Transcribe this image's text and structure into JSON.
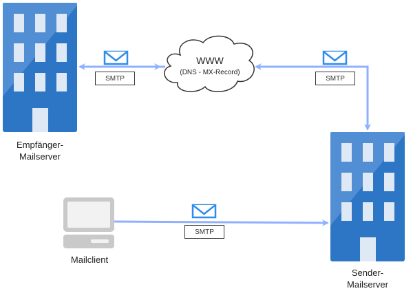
{
  "nodes": {
    "recipient_server": {
      "label_line1": "Empfänger-",
      "label_line2": "Mailserver"
    },
    "sender_server": {
      "label_line1": "Sender-",
      "label_line2": "Mailserver"
    },
    "mail_client": {
      "label": "Mailclient"
    },
    "internet": {
      "title": "WWW",
      "subtitle": "(DNS - MX-Record)"
    }
  },
  "edges": [
    {
      "from": "internet",
      "to": "recipient_server",
      "protocol": "SMTP",
      "icon": "envelope-icon"
    },
    {
      "from": "sender_server",
      "to": "internet",
      "protocol": "SMTP",
      "icon": "envelope-icon"
    },
    {
      "from": "mail_client",
      "to": "sender_server",
      "protocol": "SMTP",
      "icon": "envelope-icon"
    }
  ],
  "colors": {
    "building": "#2d76c6",
    "building_light": "#5b95d6",
    "window": "#dfe9f5",
    "arrow": "#8fb0ff",
    "envelope": "#2f8bec",
    "computer": "#cfcfcf"
  }
}
